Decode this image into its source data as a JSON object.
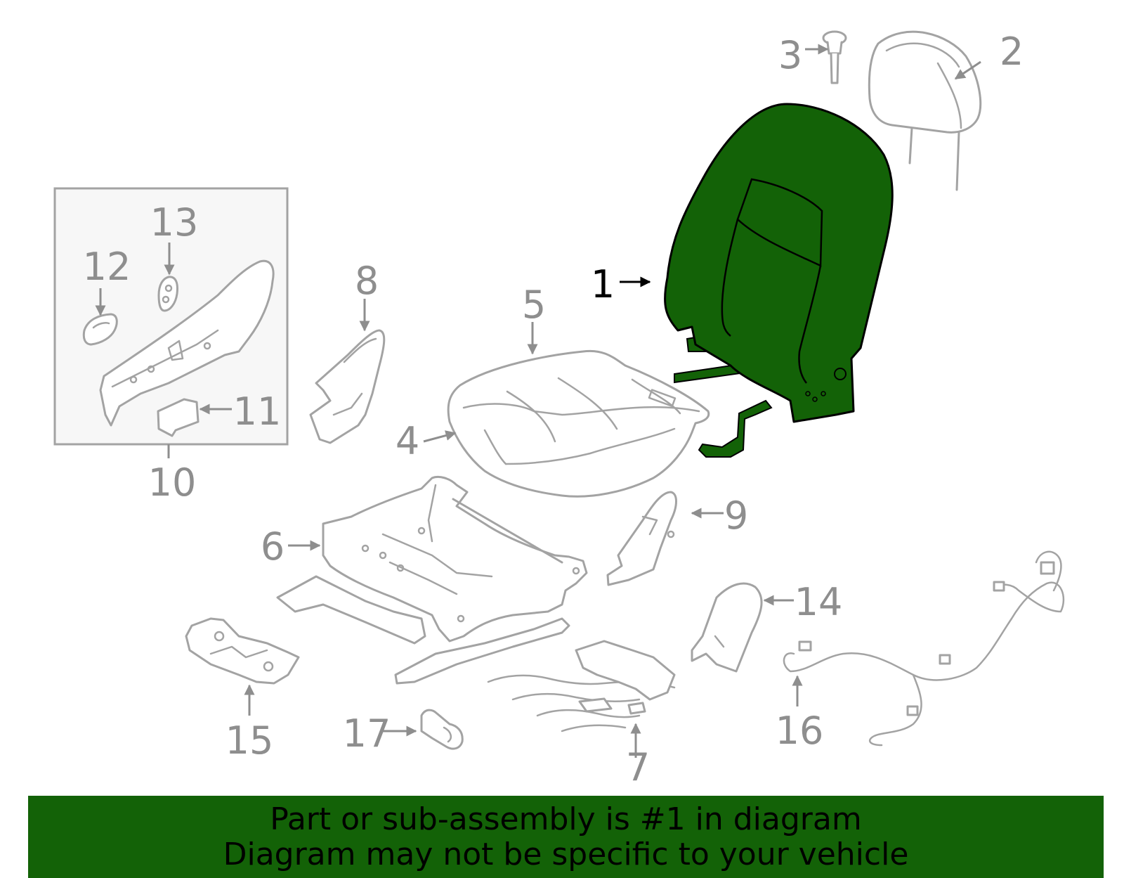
{
  "colors": {
    "highlight": "#136207",
    "banner_background": "#136207",
    "banner_text": "#000000",
    "part_outline": "#a3a3a3",
    "callout_gray": "#8e8e8e"
  },
  "callouts": {
    "c1": "1",
    "c2": "2",
    "c3": "3",
    "c4": "4",
    "c5": "5",
    "c6": "6",
    "c7": "7",
    "c8": "8",
    "c9": "9",
    "c10": "10",
    "c11": "11",
    "c12": "12",
    "c13": "13",
    "c14": "14",
    "c15": "15",
    "c16": "16",
    "c17": "17"
  },
  "highlighted_part": "1",
  "banner": {
    "line1": "Part or sub-assembly is #1 in diagram",
    "line2": "Diagram may not be specific to your vehicle"
  }
}
